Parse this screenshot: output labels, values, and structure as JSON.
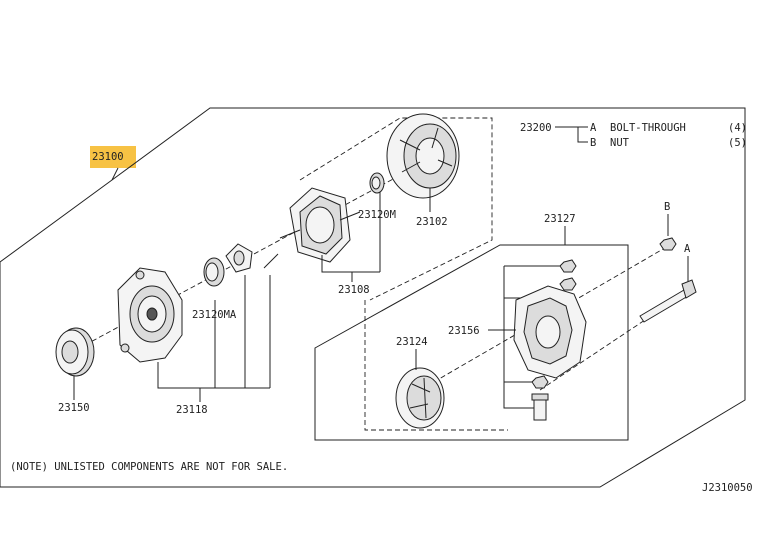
{
  "diagram": {
    "highlight_color": "#f7c244",
    "main_part": "23100",
    "labels": {
      "p23200": "23200",
      "bolt_letter": "A",
      "bolt_name": "BOLT-THROUGH",
      "bolt_qty": "(4)",
      "nut_letter": "B",
      "nut_name": "NUT",
      "nut_qty": "(5)",
      "p23102": "23102",
      "p23120m": "23120M",
      "p23108": "23108",
      "p23127": "23127",
      "marker_b": "B",
      "marker_a": "A",
      "p23120ma": "23120MA",
      "p23156": "23156",
      "p23124": "23124",
      "p23150": "23150",
      "p23118": "23118"
    },
    "note": "(NOTE) UNLISTED COMPONENTS ARE NOT FOR SALE.",
    "figure_id": "J2310050"
  }
}
